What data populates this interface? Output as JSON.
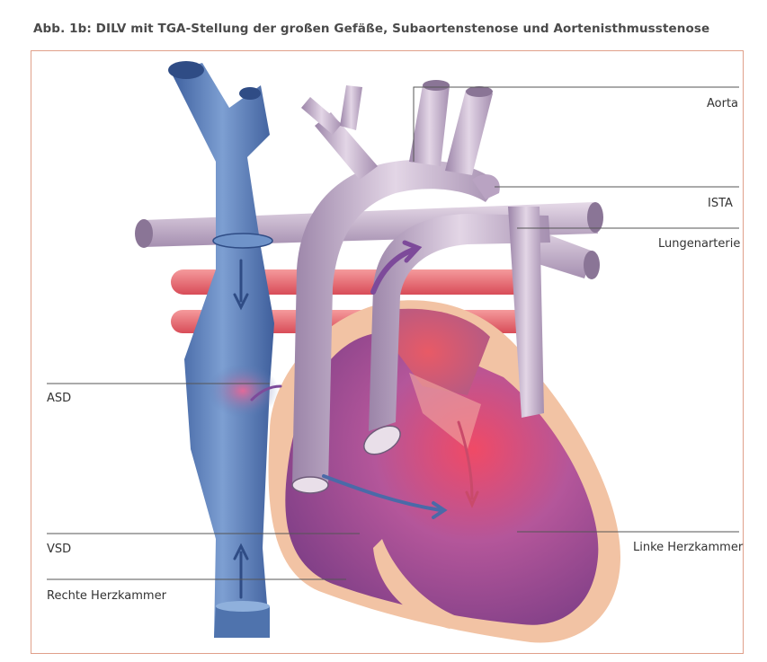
{
  "figure": {
    "title": "Abb. 1b: DILV mit TGA-Stellung der großen Gefäße, Subaortenstenose und Aortenisthmusstenose"
  },
  "labels": {
    "aorta": "Aorta",
    "ista": "ISTA",
    "lungenarterie": "Lungenarterie",
    "asd": "ASD",
    "vsd": "VSD",
    "linke_herzkammer": "Linke Herzkammer",
    "rechte_herzkammer": "Rechte Herzkammer"
  },
  "colors": {
    "frame": "#e0a08a",
    "vein_blue": "#5b7fb8",
    "artery_lavender": "#c7b0cc",
    "artery_red": "#ec6a70",
    "myocardium": "#f2c3a4",
    "ventricle": "#a04a8c",
    "leader_line": "#555555"
  }
}
